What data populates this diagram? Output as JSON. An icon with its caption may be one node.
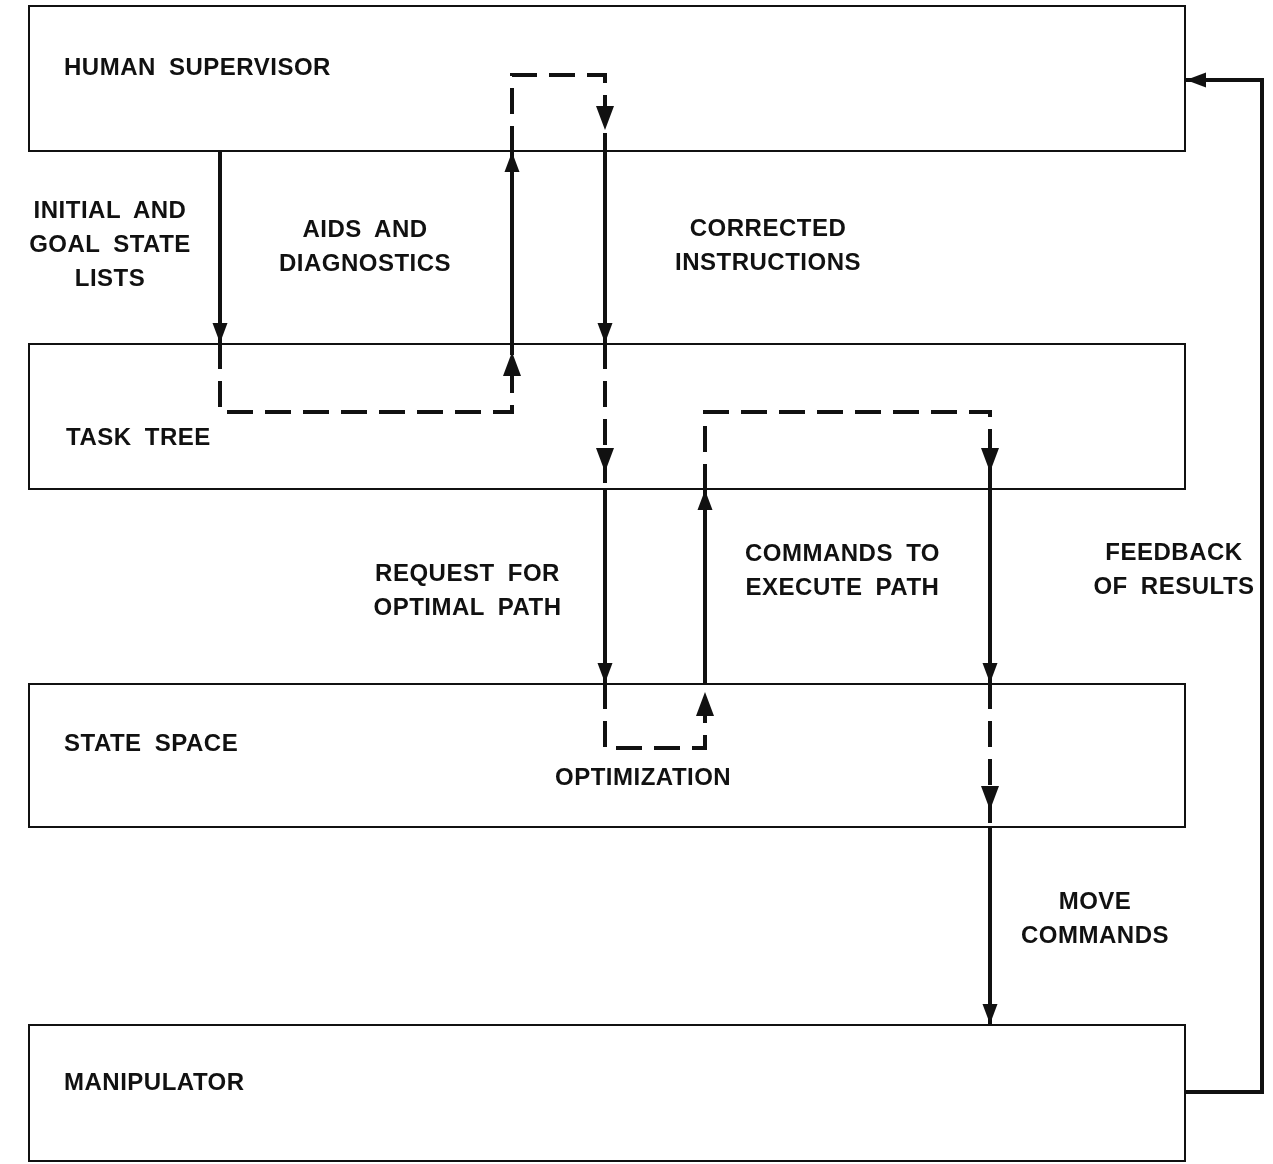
{
  "diagram": {
    "nodes": [
      {
        "text": [
          "HUMAN SUPERVISOR"
        ]
      },
      {
        "text": [
          "TASK TREE"
        ]
      },
      {
        "text": [
          "STATE SPACE",
          "OPTIMIZATION"
        ]
      },
      {
        "text": [
          "MANIPULATOR"
        ]
      }
    ],
    "edges": [
      {
        "from": 0,
        "to": 1,
        "arrow": "to",
        "label": "INITIAL AND GOAL STATE LISTS"
      },
      {
        "from": 1,
        "to": 0,
        "arrow": "to",
        "label": "AIDS AND DIAGNOSTICS"
      },
      {
        "from": 0,
        "to": 1,
        "arrow": "to",
        "label": "CORRECTED INSTRUCTIONS"
      },
      {
        "from": 1,
        "to": 2,
        "arrow": "to",
        "label": "REQUEST FOR OPTIMAL PATH"
      },
      {
        "from": 2,
        "to": 1,
        "arrow": "to"
      },
      {
        "from": 1,
        "to": 2,
        "arrow": "to",
        "label": "COMMANDS TO EXECUTE PATH"
      },
      {
        "from": 2,
        "to": 3,
        "arrow": "to",
        "label": "MOVE COMMANDS"
      },
      {
        "from": 3,
        "to": 0,
        "arrow": "to",
        "label": "FEEDBACK OF RESULTS"
      }
    ]
  }
}
